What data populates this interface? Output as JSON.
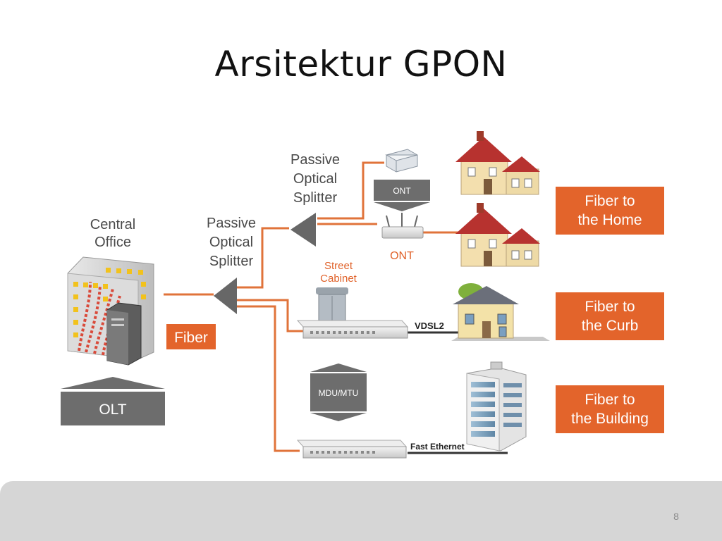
{
  "slide": {
    "title": "Arsitektur GPON",
    "page_number": "8"
  },
  "diagram": {
    "central_office": {
      "line1": "Central",
      "line2": "Office"
    },
    "olt": "OLT",
    "fiber": "Fiber",
    "splitter_main": {
      "line1": "Passive",
      "line2": "Optical",
      "line3": "Splitter"
    },
    "splitter_top": {
      "line1": "Passive",
      "line2": "Optical",
      "line3": "Splitter"
    },
    "ont_box": "ONT",
    "ont_label": "ONT",
    "street_cabinet": {
      "line1": "Street",
      "line2": "Cabinet"
    },
    "vdsl2": "VDSL2",
    "mdu_mtu": "MDU/MTU",
    "fast_ethernet": "Fast Ethernet",
    "fiber_to_home": {
      "line1": "Fiber to",
      "line2": "the Home"
    },
    "fiber_to_curb": {
      "line1": "Fiber to",
      "line2": "the Curb"
    },
    "fiber_to_building": {
      "line1": "Fiber to",
      "line2": "the Building"
    }
  },
  "colors": {
    "accent_orange": "#e3642b",
    "fiber_line": "#e0733a",
    "gray_box": "#6d6d6d",
    "footer": "#d6d6d6"
  }
}
